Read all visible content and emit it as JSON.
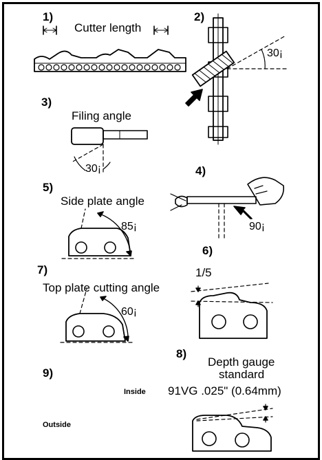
{
  "step1": {
    "num": "1)",
    "caption": "Cutter length"
  },
  "step2": {
    "num": "2)",
    "angle": "30¡"
  },
  "step3": {
    "num": "3)",
    "caption": "Filing angle",
    "angle": "30¡"
  },
  "step4": {
    "num": "4)",
    "angle": "90¡"
  },
  "step5": {
    "num": "5)",
    "caption": "Side plate angle",
    "angle": "85¡"
  },
  "step6": {
    "num": "6)",
    "fraction": "1/5"
  },
  "step7": {
    "num": "7)",
    "caption": "Top plate cutting angle",
    "angle": "60¡"
  },
  "step8": {
    "num": "8)",
    "caption_line1": "Depth gauge",
    "caption_line2": "standard",
    "spec": "91VG .025\" (0.64mm)"
  },
  "step9": {
    "num": "9)",
    "inside": "Inside",
    "outside": "Outside"
  },
  "colors": {
    "ink": "#000000",
    "background": "#ffffff"
  }
}
